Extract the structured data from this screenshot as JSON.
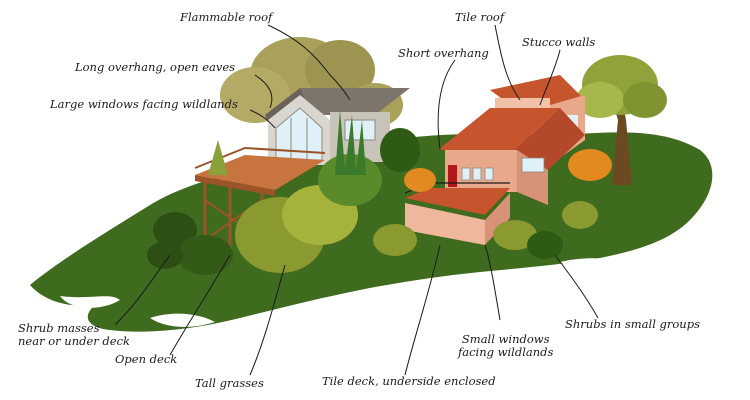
{
  "colors": {
    "ground": "#3f6b1f",
    "roof_shingle": "#7d756b",
    "roof_tile": "#c6542d",
    "stucco": "#e8a88a",
    "deck_wood": "#c8743e",
    "leader": "#1a1a1a"
  },
  "labels": {
    "flammable_roof": "Flammable roof",
    "long_overhang": "Long overhang, open eaves",
    "large_windows": "Large windows facing wildlands",
    "tile_roof": "Tile roof",
    "short_overhang": "Short overhang",
    "stucco_walls": "Stucco walls",
    "shrub_masses_line1": "Shrub masses",
    "shrub_masses_line2": "near or under deck",
    "open_deck": "Open deck",
    "tall_grasses": "Tall grasses",
    "tile_deck": "Tile deck, underside enclosed",
    "small_windows_line1": "Small windows",
    "small_windows_line2": "facing wildlands",
    "shrubs_small_groups": "Shrubs in small groups"
  }
}
